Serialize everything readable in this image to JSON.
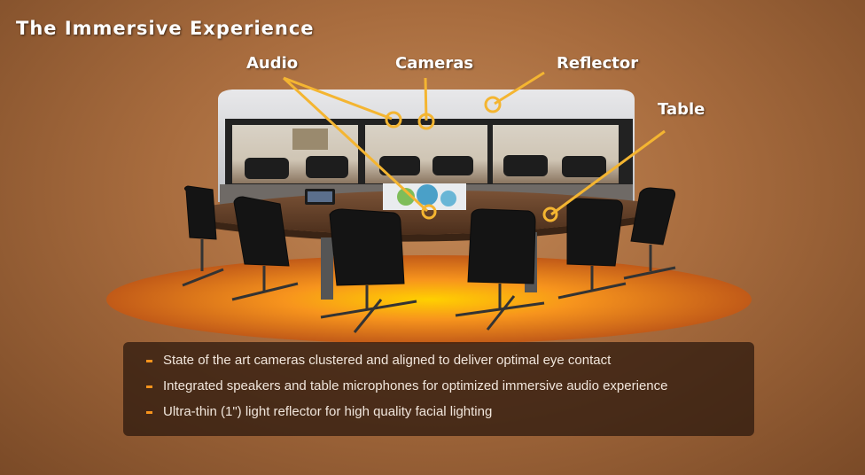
{
  "title": "The Immersive Experience",
  "callouts": {
    "audio": "Audio",
    "cameras": "Cameras",
    "reflector": "Reflector",
    "table": "Table"
  },
  "bullets": [
    "State of the art cameras clustered and aligned to deliver optimal eye contact",
    "Integrated speakers and table microphones for optimized immersive audio experience",
    "Ultra-thin (1\") light reflector for high quality facial lighting"
  ],
  "colors": {
    "accent": "#f7941d",
    "callout_line": "#f4b531",
    "background": "#a86c3e"
  },
  "icons": {
    "bullet": "orange-dash"
  }
}
